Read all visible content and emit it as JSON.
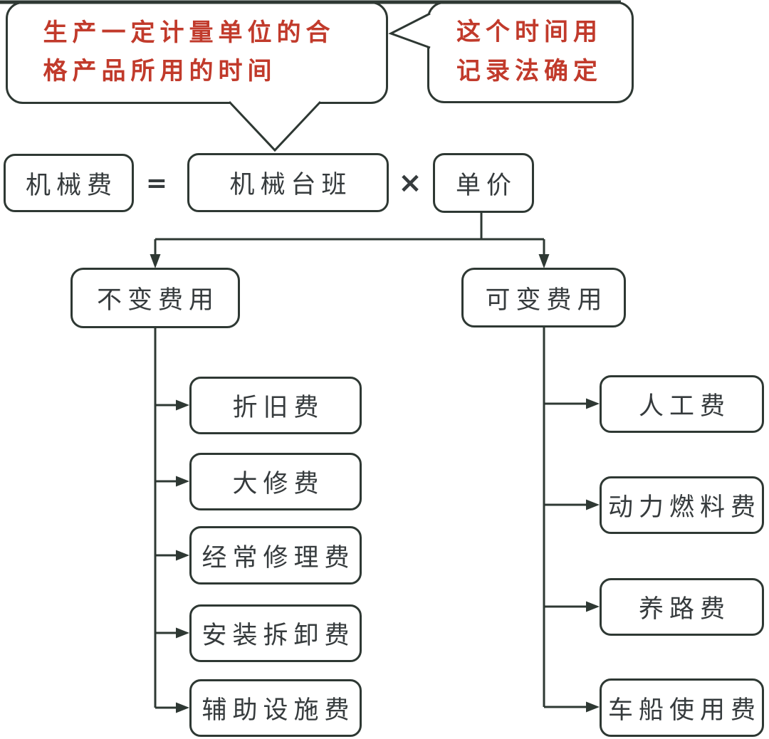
{
  "callouts": {
    "left": "生产一定计量单位的合格产品所用的时间",
    "right": "这个时间用记录法确定"
  },
  "equation": {
    "result": "机械费",
    "equals_sign": "=",
    "factor1": "机械台班",
    "multiply_sign": "×",
    "factor2": "单价"
  },
  "branches": {
    "fixed": {
      "label": "不变费用",
      "items": [
        "折旧费",
        "大修费",
        "经常修理费",
        "安装拆卸费",
        "辅助设施费"
      ]
    },
    "variable": {
      "label": "可变费用",
      "items": [
        "人工费",
        "动力燃料费",
        "养路费",
        "车船使用费"
      ]
    }
  },
  "colors": {
    "line": "#2e3833",
    "callout_text_red": "#c13a2b",
    "node_text": "#363b3d",
    "background": "#ffffff"
  }
}
